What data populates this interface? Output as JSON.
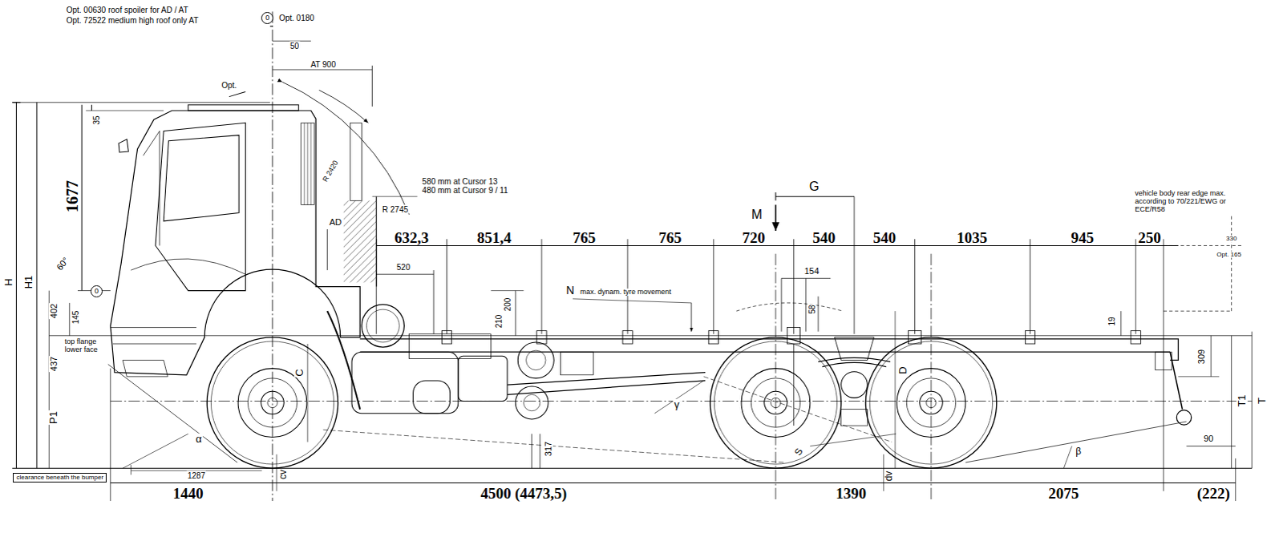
{
  "diagram": {
    "nodes": [
      {
        "text": [
          "0"
        ]
      },
      {
        "text": [
          "0"
        ]
      },
      {
        "text": [
          "clearance beneath the bumper"
        ]
      }
    ],
    "labels": [
      "Opt. 00630  roof spoiler for AD / AT",
      "Opt. 72522  medium high roof only AT",
      "Opt. 0180",
      "50",
      "AT 900",
      "Opt.",
      "35",
      "1677",
      "60°",
      "H",
      "H1",
      "R 2420",
      "580 mm at Cursor 13",
      "480 mm at Cursor 9 / 11",
      "R 2745",
      "AD",
      "G",
      "M",
      "632,3",
      "851,4",
      "765",
      "765",
      "720",
      "540",
      "540",
      "1035",
      "945",
      "250",
      "vehicle body rear edge max. according to 70/221/EWG or ECE/R58",
      "330",
      "Opt. 165",
      "520",
      "154",
      "402",
      "145",
      "200",
      "210",
      "N",
      "max. dynam. tyre movement",
      "58",
      "19",
      "top flange lower face",
      "437",
      "309",
      "C",
      "D",
      "γ",
      "T1",
      "T",
      "P1",
      "α",
      "317",
      "S",
      "β",
      "90",
      "1287",
      "1440",
      "cv",
      "4500 (4473,5)",
      "1390",
      "dv",
      "2075",
      "(222)"
    ]
  }
}
